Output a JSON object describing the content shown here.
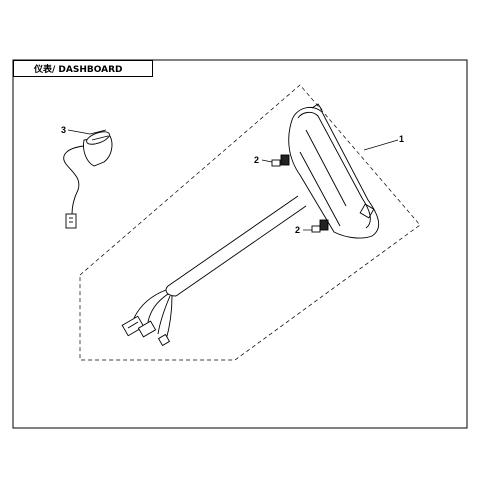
{
  "header": {
    "title": "仪表/ DASHBOARD"
  },
  "callouts": [
    {
      "id": "dashboard",
      "label": "1"
    },
    {
      "id": "screw-upper",
      "label": "2"
    },
    {
      "id": "screw-lower",
      "label": "2"
    },
    {
      "id": "sensor",
      "label": "3"
    }
  ],
  "colors": {
    "line": "#000000",
    "background": "#ffffff"
  }
}
